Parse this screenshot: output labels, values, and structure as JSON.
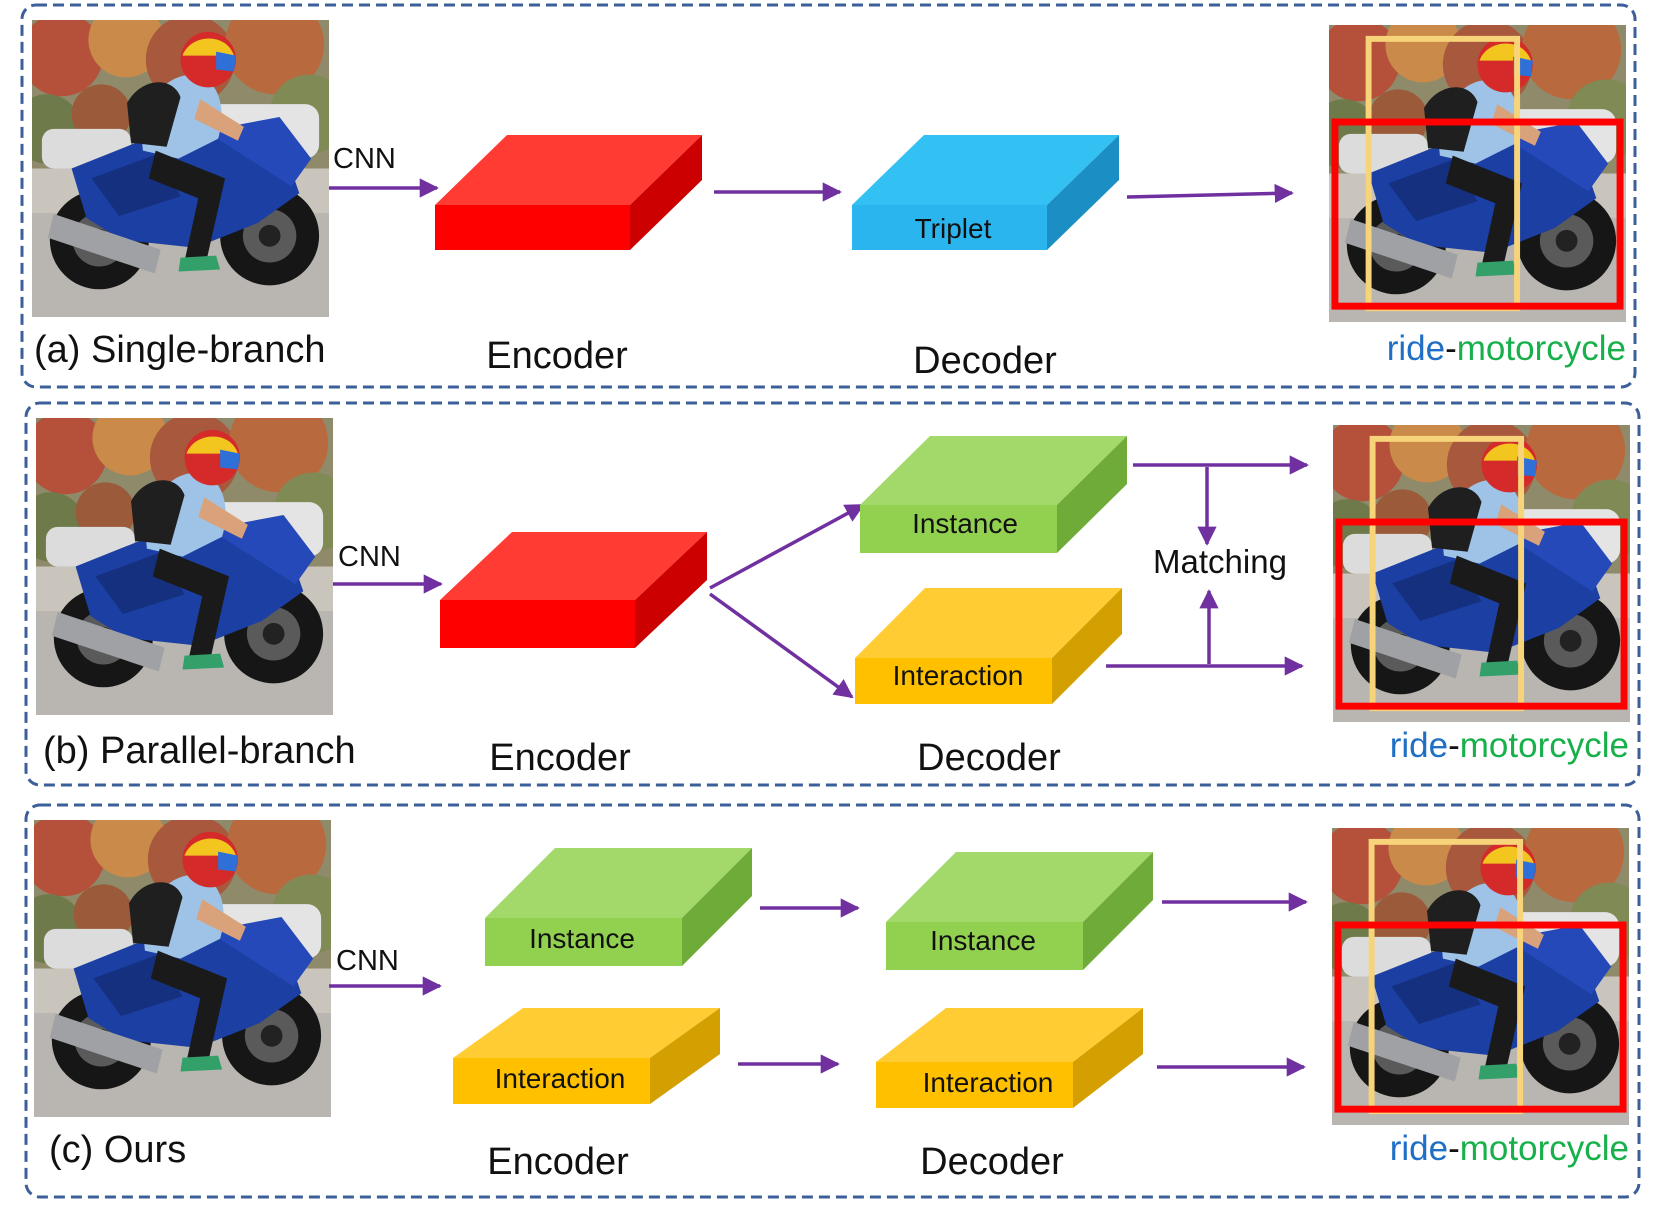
{
  "colors": {
    "panel_border": "#3d5f99",
    "arrow": "#7030a0",
    "encoder_red": "#ff0000",
    "triplet_blue": "#29b6f0",
    "instance_green": "#92d050",
    "interaction_yellow": "#ffc000",
    "verb_blue": "#1f6fc6",
    "object_green": "#18b04a",
    "human_box": "#f7d37a",
    "object_box": "#ff0000"
  },
  "photo_icon": "motorcycle-rider-photo",
  "cnn_label": "CNN",
  "encoder_label": "Encoder",
  "decoder_label": "Decoder",
  "matching_label": "Matching",
  "triplet_label": "Triplet",
  "instance_label": "Instance",
  "interaction_label": "Interaction",
  "result": {
    "verb": "ride",
    "separator": "-",
    "object": "motorcycle"
  },
  "panels": [
    {
      "id": "a",
      "caption": "(a) Single-branch"
    },
    {
      "id": "b",
      "caption": "(b) Parallel-branch"
    },
    {
      "id": "c",
      "caption": "(c) Ours"
    }
  ]
}
